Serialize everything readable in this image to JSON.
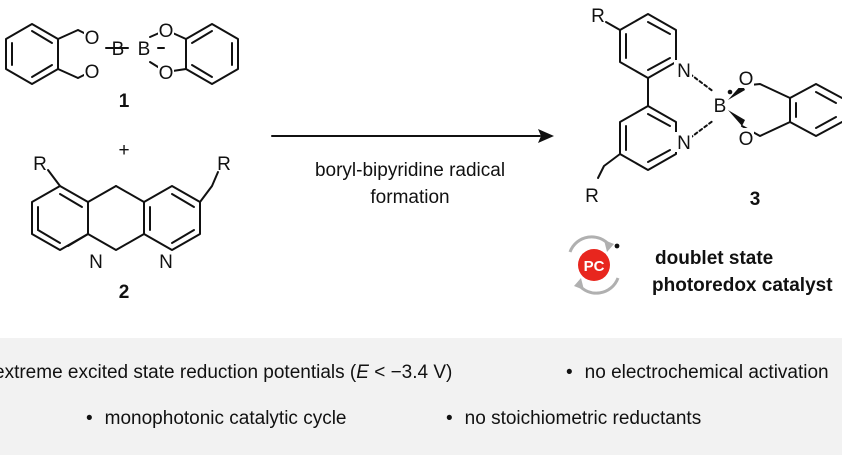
{
  "compounds": {
    "c1_label": "1",
    "c2_label": "2",
    "c3_label": "3",
    "plus": "+"
  },
  "atoms": {
    "O": "O",
    "B": "B",
    "N": "N",
    "R": "R"
  },
  "arrow": {
    "line1": "boryl-bipyridine radical",
    "line2": "formation"
  },
  "catalyst": {
    "badge": "PC",
    "line1": "doublet state",
    "line2": "photoredox catalyst"
  },
  "features": {
    "b1_pre": "extreme excited state reduction potentials (",
    "b1_var": "E",
    "b1_post": " < −3.4 V)",
    "b2": "no electrochemical activation",
    "b3": "monophotonic catalytic cycle",
    "b4": "no stoichiometric reductants"
  },
  "colors": {
    "badge_red": "#e8261e",
    "arrow_grey": "#b0b0b0",
    "panel_bg": "#f2f2f2"
  }
}
